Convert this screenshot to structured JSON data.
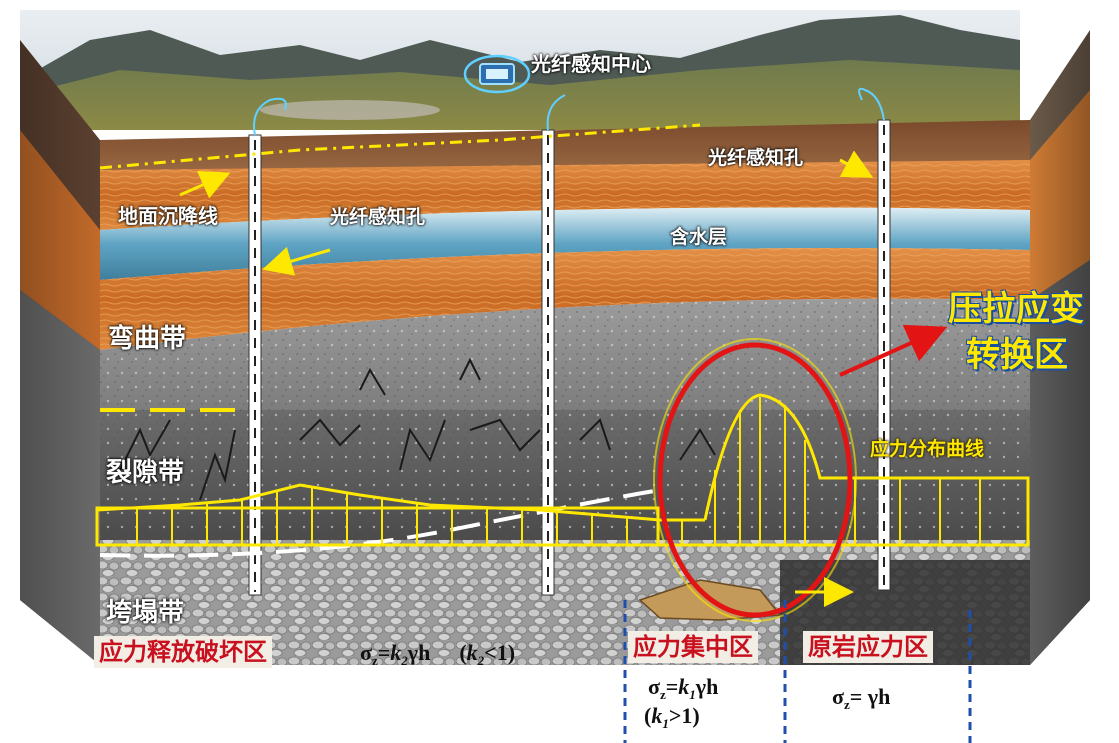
{
  "labels": {
    "center": "光纤感知中心",
    "hole_right": "光纤感知孔",
    "hole_left": "光纤感知孔",
    "subsidence_line": "地面沉降线",
    "aquifer": "含水层",
    "bending_zone": "弯曲带",
    "fracture_zone": "裂隙带",
    "caving_zone": "垮塌带",
    "conversion_zone_line1": "压拉应变",
    "conversion_zone_line2": "转换区",
    "stress_curve": "应力分布曲线"
  },
  "zones": {
    "release": "应力释放破坏区",
    "concentration": "应力集中区",
    "original": "原岩应力区"
  },
  "formulas": {
    "release_sigma": "σ",
    "release_sub_z": "z",
    "release_eq": "=",
    "release_k": "k",
    "release_k_sub": "2",
    "release_rest": "γh",
    "release_cond_open": "(",
    "release_cond_k": "k",
    "release_cond_sub": "2",
    "release_cond_rest": "<1)",
    "conc_sigma": "σ",
    "conc_sub_z": "z",
    "conc_eq": "=",
    "conc_k": "k",
    "conc_k_sub": "1",
    "conc_rest": "γh",
    "conc_cond_open": "(",
    "conc_cond_k": "k",
    "conc_cond_sub": "1",
    "conc_cond_rest": ">1)",
    "orig_sigma": "σ",
    "orig_sub_z": "z",
    "orig_eq": "= γh"
  },
  "colors": {
    "accent_yellow": "#ffe800",
    "zone_red": "#c8101e",
    "ellipse_red": "#e21414",
    "divider_blue": "#1f4fa8",
    "orange_layer": "#d8772a",
    "aquifer_blue": "#5fa4c4"
  },
  "icons": [
    "computer-screen-icon",
    "fiber-loop-icon",
    "arrow-icon"
  ]
}
